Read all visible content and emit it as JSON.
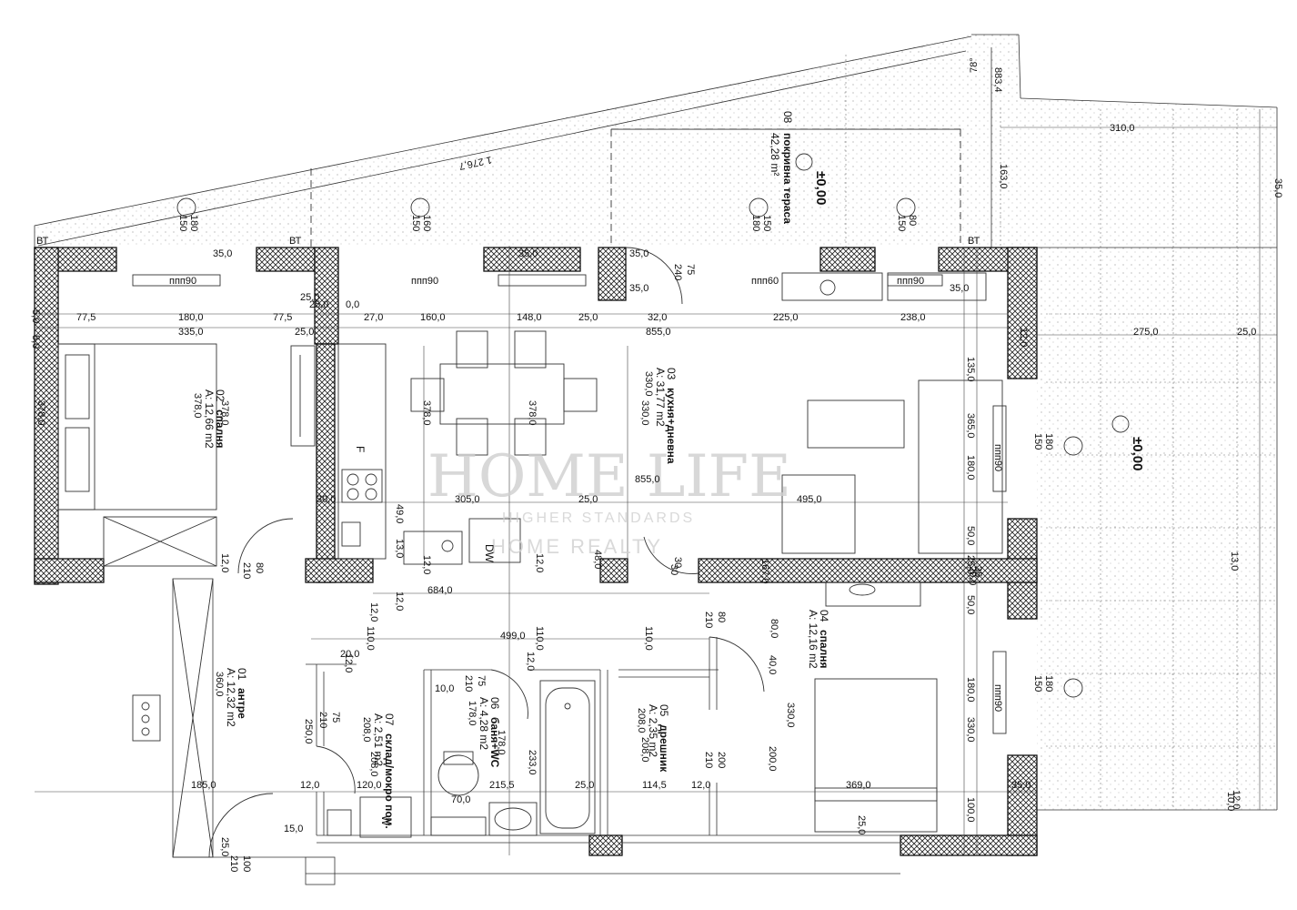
{
  "plan": {
    "rooms": [
      {
        "num": "01",
        "name": "антре",
        "area": "A: 12,32 m2",
        "height": "360,0"
      },
      {
        "num": "02",
        "name": "спалня",
        "area": "A: 12,66 m2",
        "height": "378,0"
      },
      {
        "num": "03",
        "name": "кухня+дневна",
        "area": "A: 31,77 m2",
        "height": "330,0"
      },
      {
        "num": "04",
        "name": "спалня",
        "area": "A: 12,16 m2"
      },
      {
        "num": "05",
        "name": "дрешник",
        "area": "A: 2,35 m2",
        "height": "208,0"
      },
      {
        "num": "06",
        "name": "баня+WC",
        "area": "A: 4,28 m2",
        "height": "178,0"
      },
      {
        "num": "07",
        "name": "склад/мокро пом.",
        "area": "A: 2,51 m2",
        "height": "208,0"
      },
      {
        "num": "08",
        "name": "покривна тераса",
        "area": "42,28 m²"
      }
    ],
    "levels": {
      "terrace": "±0,00",
      "right_terrace": "±0,00"
    },
    "angle": "78°",
    "diagonal": "1 276,7",
    "appliances": {
      "fridge": "F",
      "dishwasher": "DW",
      "washer": "W"
    },
    "radiators": [
      "ппп90",
      "ппп90",
      "ппп60",
      "ппп90",
      "ппп90",
      "ппп90"
    ],
    "vt": [
      "ВТ",
      "ВТ",
      "ВТ"
    ],
    "windows": [
      {
        "a": "180",
        "b": "150"
      },
      {
        "a": "160",
        "b": "150"
      },
      {
        "a": "150",
        "b": "180"
      },
      {
        "a": "80",
        "b": "150"
      },
      {
        "a": "180",
        "b": "150"
      },
      {
        "a": "180",
        "b": "150"
      }
    ],
    "dims_h": [
      "35,0",
      "35,0",
      "35,0",
      "35,0",
      "35,0",
      "77,5",
      "180,0",
      "77,5",
      "25,0",
      "0,0",
      "27,0",
      "160,0",
      "148,0",
      "25,0",
      "32,0",
      "225,0",
      "238,0",
      "335,0",
      "25,0",
      "855,0",
      "855,0",
      "30,0",
      "305,0",
      "25,0",
      "495,0",
      "684,0",
      "499,0",
      "310,0",
      "275,0",
      "25,0",
      "185,0",
      "12,0",
      "120,0",
      "215,5",
      "25,0",
      "114,5",
      "12,0",
      "369,0",
      "35,0",
      "70,0",
      "15,0",
      "10,0",
      "20,0",
      "25,0"
    ],
    "dims_v": [
      "5,0",
      "5,0",
      "378,0",
      "378,0",
      "378,0",
      "378,0",
      "330,0",
      "135,0",
      "365,0",
      "180,0",
      "50,0",
      "25,0",
      "50,0",
      "180,0",
      "330,0",
      "100,0",
      "35",
      "12,0",
      "49,0",
      "13,0",
      "12,0",
      "48,0",
      "12,0",
      "12,0",
      "12,0",
      "110,0",
      "110,0",
      "110,0",
      "12,0",
      "12,0",
      "80,0",
      "40,0",
      "250,0",
      "208,0",
      "178,0",
      "233,0",
      "208,0",
      "200,0",
      "330,0",
      "25,0",
      "25,0",
      "12,0",
      "13,0",
      "167,0",
      "163,0",
      "883,4",
      "35,0",
      "12,0",
      "10,0",
      "20,0",
      "30"
    ],
    "doors": [
      {
        "w": "80",
        "h": "210"
      },
      {
        "w": "75",
        "h": "240"
      },
      {
        "w": "80",
        "h": "210"
      },
      {
        "w": "75",
        "h": "210"
      },
      {
        "w": "75",
        "h": "210"
      },
      {
        "w": "200",
        "h": "210"
      },
      {
        "w": "100",
        "h": "210"
      },
      {
        "w": "30",
        "h": ""
      }
    ],
    "watermark": {
      "brand": "HOME LIFE",
      "tag1": "HIGHER STANDARDS",
      "tag2": "HOME REALTY"
    }
  }
}
